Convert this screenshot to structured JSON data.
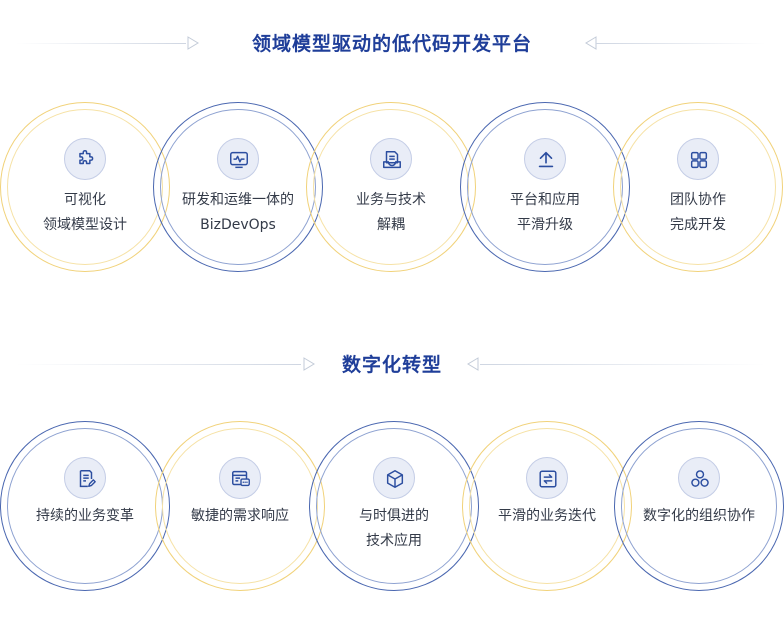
{
  "sections": [
    {
      "title": "领域模型驱动的低代码开发平台",
      "items": [
        {
          "icon": "puzzle-icon",
          "lines": [
            "可视化",
            "领域模型设计"
          ]
        },
        {
          "icon": "monitor-pulse-icon",
          "lines": [
            "研发和运维一体的",
            "BizDevOps"
          ]
        },
        {
          "icon": "document-tray-icon",
          "lines": [
            "业务与技术",
            "解耦"
          ]
        },
        {
          "icon": "upload-arrow-icon",
          "lines": [
            "平台和应用",
            "平滑升级"
          ]
        },
        {
          "icon": "grid-apps-icon",
          "lines": [
            "团队协作",
            "完成开发"
          ]
        }
      ]
    },
    {
      "title": "数字化转型",
      "items": [
        {
          "icon": "edit-document-icon",
          "lines": [
            "持续的业务变革"
          ]
        },
        {
          "icon": "chat-window-icon",
          "lines": [
            "敏捷的需求响应"
          ]
        },
        {
          "icon": "cube-icon",
          "lines": [
            "与时俱进的",
            "技术应用"
          ]
        },
        {
          "icon": "refresh-box-icon",
          "lines": [
            "平滑的业务迭代"
          ]
        },
        {
          "icon": "team-circles-icon",
          "lines": [
            "数字化的组织协作"
          ]
        }
      ]
    }
  ],
  "colors": {
    "title": "#1f3e99",
    "ring_yellow": "#f1d27a",
    "ring_blue": "#4a67b0",
    "icon": "#2c4ea0"
  }
}
